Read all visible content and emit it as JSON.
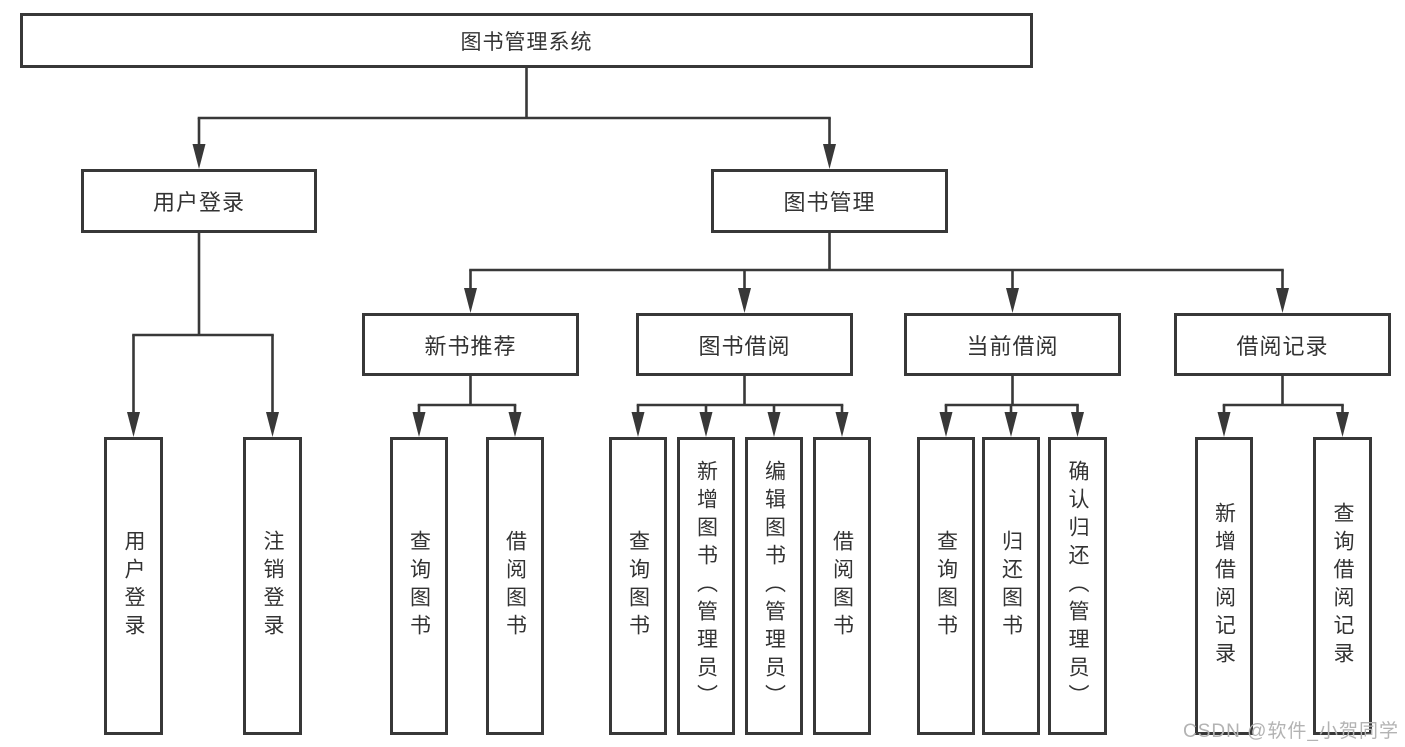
{
  "diagram": {
    "type": "hierarchy-tree",
    "title": "图书管理系统",
    "nodes": [
      {
        "id": "root",
        "label": "图书管理系统",
        "parent": null
      },
      {
        "id": "user",
        "label": "用户登录",
        "parent": "root"
      },
      {
        "id": "mgmt",
        "label": "图书管理",
        "parent": "root"
      },
      {
        "id": "user-login",
        "label": "用户登录",
        "parent": "user"
      },
      {
        "id": "user-logout",
        "label": "注销登录",
        "parent": "user"
      },
      {
        "id": "recommend",
        "label": "新书推荐",
        "parent": "mgmt"
      },
      {
        "id": "borrow",
        "label": "图书借阅",
        "parent": "mgmt"
      },
      {
        "id": "current",
        "label": "当前借阅",
        "parent": "mgmt"
      },
      {
        "id": "record",
        "label": "借阅记录",
        "parent": "mgmt"
      },
      {
        "id": "rec-query",
        "label": "查询图书",
        "parent": "recommend"
      },
      {
        "id": "rec-borrow",
        "label": "借阅图书",
        "parent": "recommend"
      },
      {
        "id": "bor-query",
        "label": "查询图书",
        "parent": "borrow"
      },
      {
        "id": "bor-add",
        "label": "新增图书（管理员）",
        "parent": "borrow"
      },
      {
        "id": "bor-edit",
        "label": "编辑图书（管理员）",
        "parent": "borrow"
      },
      {
        "id": "bor-borrow",
        "label": "借阅图书",
        "parent": "borrow"
      },
      {
        "id": "cur-query",
        "label": "查询图书",
        "parent": "current"
      },
      {
        "id": "cur-return",
        "label": "归还图书",
        "parent": "current"
      },
      {
        "id": "cur-confirm",
        "label": "确认归还（管理员）",
        "parent": "current"
      },
      {
        "id": "record-add",
        "label": "新增借阅记录",
        "parent": "record"
      },
      {
        "id": "record-query",
        "label": "查询借阅记录",
        "parent": "record"
      }
    ],
    "colors": {
      "line": "#383838",
      "text": "#333333",
      "box_background": "#ffffff",
      "watermark": "#b3b3b3"
    },
    "watermark": "CSDN @软件_小贺同学"
  }
}
